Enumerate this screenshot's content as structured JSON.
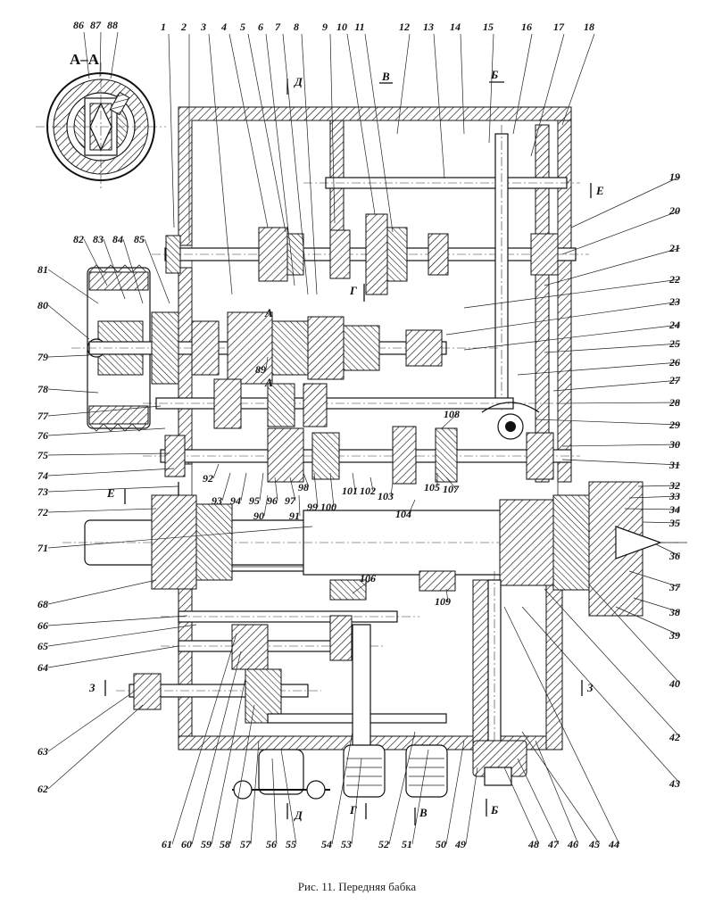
{
  "caption": "Рис. 11. Передняя бабка",
  "section_labels": {
    "aa": "А–А",
    "a_inner": "А",
    "a_inner2": "А",
    "d_top": "Д",
    "d_bottom": "Д",
    "v_top": "В",
    "v_bottom": "В",
    "b_top": "Б",
    "b_bottom": "Б",
    "g_mid": "Г",
    "g_bottom": "Г",
    "e_right": "Е",
    "e_left": "Е",
    "z_left": "З",
    "z_right": "З"
  },
  "part_numbers": {
    "top": [
      "86",
      "87",
      "88",
      "1",
      "2",
      "3",
      "4",
      "5",
      "6",
      "7",
      "8",
      "9",
      "10",
      "11",
      "12",
      "13",
      "14",
      "15",
      "16",
      "17",
      "18"
    ],
    "right": [
      "19",
      "20",
      "21",
      "22",
      "23",
      "24",
      "25",
      "26",
      "27",
      "28",
      "29",
      "30",
      "31",
      "32",
      "33",
      "34",
      "35",
      "36",
      "37",
      "38",
      "39",
      "40",
      "42",
      "43"
    ],
    "bottom": [
      "44",
      "45",
      "46",
      "47",
      "48",
      "49",
      "50",
      "51",
      "52",
      "53",
      "54",
      "55",
      "56",
      "57",
      "58",
      "59",
      "60",
      "61"
    ],
    "left": [
      "62",
      "63",
      "64",
      "65",
      "66",
      "68",
      "71",
      "72",
      "73",
      "74",
      "75",
      "76",
      "77",
      "78",
      "79",
      "80",
      "81",
      "82",
      "83",
      "84",
      "85"
    ],
    "inner": [
      "89",
      "90",
      "91",
      "92",
      "93",
      "94",
      "95",
      "96",
      "97",
      "98",
      "99",
      "100",
      "101",
      "102",
      "103",
      "104",
      "105",
      "106",
      "107",
      "108",
      "109"
    ]
  }
}
